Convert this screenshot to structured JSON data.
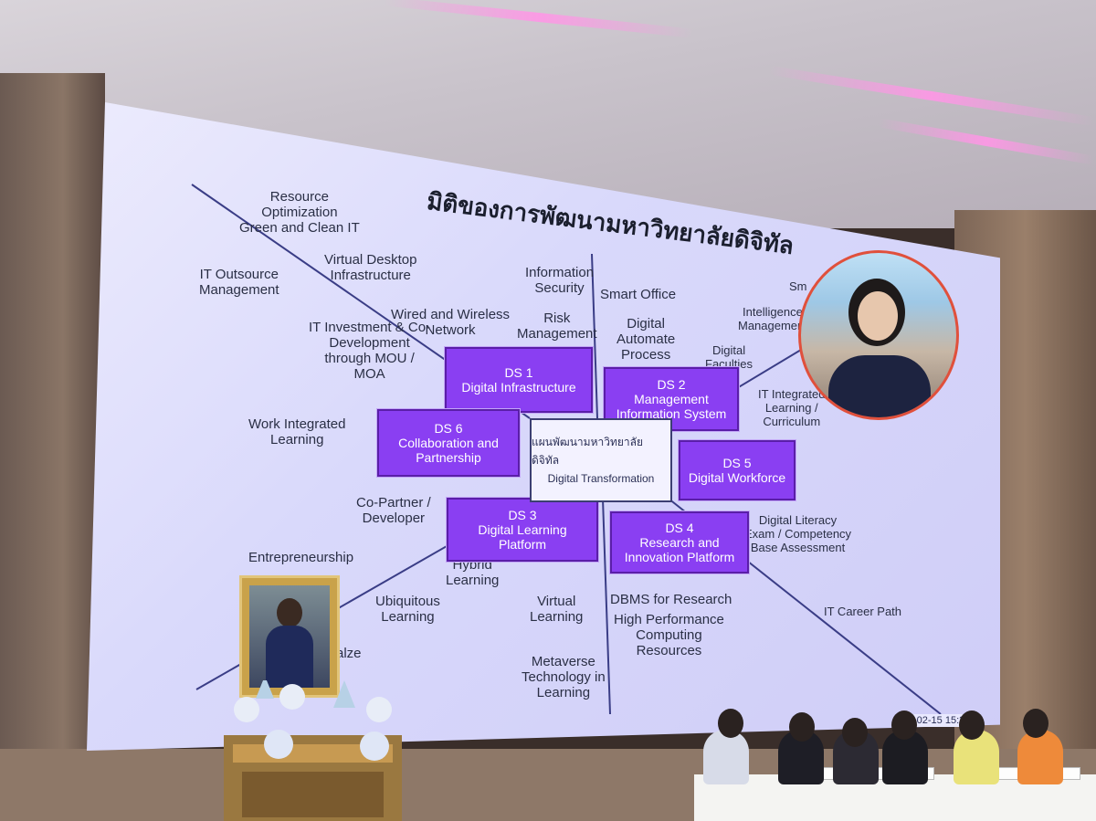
{
  "slide": {
    "title": "มิติของการพัฒนามหาวิทยาลัยดิจิทัล",
    "center": {
      "line1": "แผนพัฒนามหาวิทยาลัยดิจิทัล",
      "line2": "Digital Transformation"
    },
    "ds_boxes": [
      {
        "code": "DS 1",
        "name": "Digital Infrastructure"
      },
      {
        "code": "DS 2",
        "name": "Management\nInformation System"
      },
      {
        "code": "DS 3",
        "name": "Digital Learning\nPlatform"
      },
      {
        "code": "DS 4",
        "name": "Research and\nInnovation Platform"
      },
      {
        "code": "DS 5",
        "name": "Digital Workforce"
      },
      {
        "code": "DS 6",
        "name": "Collaboration and\nPartnership"
      }
    ],
    "labels": {
      "resource": "Resource\nOptimization\nGreen and Clean IT",
      "vdi": "Virtual Desktop\nInfrastructure",
      "outsource": "IT Outsource\nManagement",
      "wired": "Wired and Wireless\nNetwork",
      "invest": "IT Investment & Co-\nDevelopment\nthrough MOU /\nMOA",
      "infosec": "Information\nSecurity",
      "risk": "Risk\nManagement",
      "smartoffice": "Smart Office",
      "automate": "Digital\nAutomate\nProcess",
      "intelligence": "Intelligence\nManagement",
      "sm": "Sm",
      "faculties": "Digital\nFaculties",
      "integrated": "IT Integrated\nLearning /\nCurriculum",
      "wil": "Work Integrated\nLearning",
      "copartner": "Co-Partner /\nDeveloper",
      "entre": "Entrepreneurship",
      "hybrid": "Hybrid\nLearning",
      "ubiq": "Ubiquitous\nLearning",
      "virtual": "Virtual\nLearning",
      "metaverse": "Metaverse\nTechnology in\nLearning",
      "alze": "alze",
      "dbms": "DBMS for Research",
      "hpc": "High Performance\nComputing\nResources",
      "literacy": "Digital Literacy\nExam / Competency\nBase Assessment",
      "career": "IT Career Path"
    },
    "timestamp": "-02-15 15:3"
  },
  "colors": {
    "ds_box": "#8a3ff2",
    "screen": "#dcdcfb",
    "inset_border": "#e0503c"
  }
}
